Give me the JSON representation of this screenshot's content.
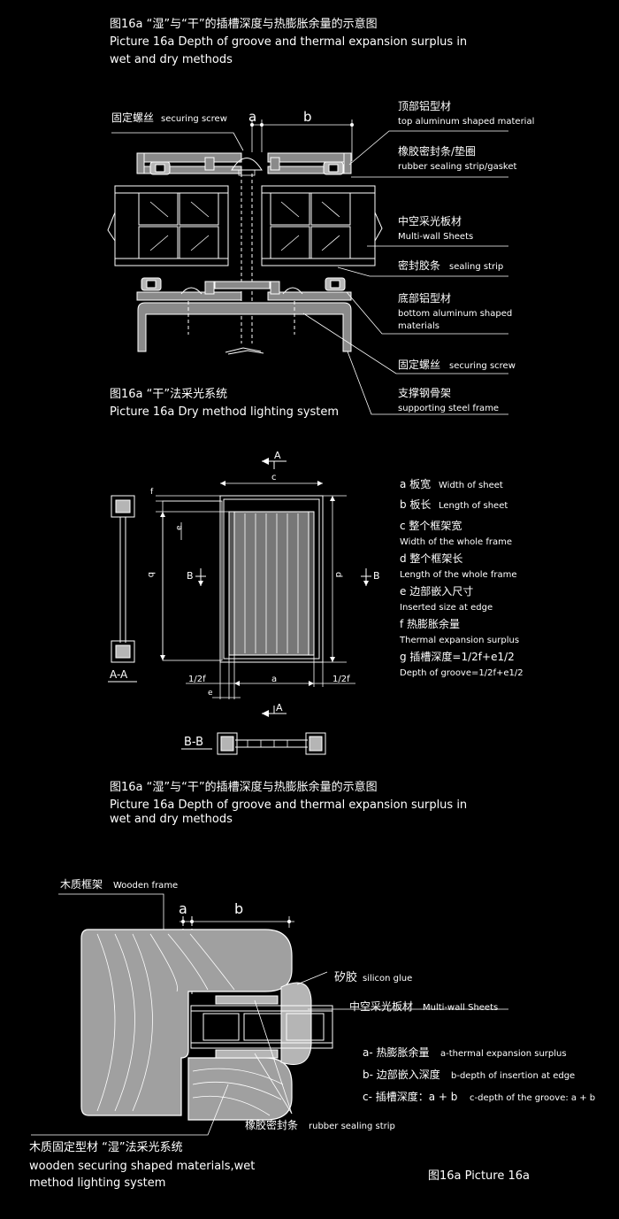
{
  "section1": {
    "title_cn": "图16a “湿”与“干”的插槽深度与热膨胀余量的示意图",
    "title_en_1": "Picture 16a Depth of groove and thermal expansion surplus in",
    "title_en_2": "wet and dry methods",
    "dim_a": "a",
    "dim_b": "b",
    "label_screw_top": "固定螺丝",
    "label_screw_top_en": "securing screw",
    "label_top_alu": "顶部铝型材",
    "label_top_alu_en": "top aluminum shaped material",
    "label_rubber": "橡胶密封条/垫圈",
    "label_rubber_en": "rubber sealing strip/gasket",
    "label_sheets": "中空采光板材",
    "label_sheets_en": "Multi-wall Sheets",
    "label_sealing": "密封胶条",
    "label_sealing_en": "sealing strip",
    "label_bottom_alu": "底部铝型材",
    "label_bottom_alu_en_1": "bottom aluminum shaped",
    "label_bottom_alu_en_2": "materials",
    "label_screw_bottom": "固定螺丝",
    "label_screw_bottom_en": "securing screw",
    "label_steel": "支撑钢骨架",
    "label_steel_en": "supporting steel frame",
    "caption_cn": "图16a “干”法采光系统",
    "caption_en": "Picture 16a Dry method lighting system"
  },
  "section2": {
    "sec_a": "A",
    "sec_b": "B",
    "aa_label": "A-A",
    "bb_label": "B-B",
    "dim_c": "c",
    "dim_b": "b",
    "dim_d": "d",
    "dim_f": "f",
    "dim_e": "e",
    "dim_a": "a",
    "dim_half_f": "1/2f",
    "legend": [
      {
        "cn": "a 板宽",
        "en": "Width of sheet"
      },
      {
        "cn": "b 板长",
        "en": "Length of sheet"
      },
      {
        "cn": "c 整个框架宽",
        "en": "Width of the whole frame"
      },
      {
        "cn": "d 整个框架长",
        "en": "Length of the whole frame"
      },
      {
        "cn": "e 边部嵌入尺寸",
        "en": "Inserted size at edge"
      },
      {
        "cn": "f 热膨胀余量",
        "en": "Thermal expansion surplus"
      },
      {
        "cn": "g 插槽深度=1/2f+e1/2",
        "en": "Depth of groove=1/2f+e1/2"
      }
    ],
    "caption_cn": "图16a “湿”与“干”的插槽深度与热膨胀余量的示意图",
    "caption_en_1": "Picture 16a Depth of groove and thermal expansion surplus in",
    "caption_en_2": "wet and dry methods"
  },
  "section3": {
    "label_wood_frame": "木质框架",
    "label_wood_frame_en": "Wooden frame",
    "dim_a": "a",
    "dim_b": "b",
    "label_silicon": "矽胶",
    "label_silicon_en": "silicon glue",
    "label_sheets": "中空采光板材",
    "label_sheets_en": "Multi-wall Sheets",
    "legend": [
      {
        "cn": "a- 热膨胀余量",
        "en": "a-thermal expansion surplus"
      },
      {
        "cn": "b- 边部嵌入深度",
        "en": "b-depth of insertion at edge"
      },
      {
        "cn": "c- 插槽深度：a + b",
        "en": "c-depth of the groove: a + b"
      }
    ],
    "label_rubber": "橡胶密封条",
    "label_rubber_en": "rubber sealing strip",
    "label_wood_fixed_1": "木质固定型材 “湿”法采光系统",
    "label_wood_fixed_2": "wooden securing shaped materials,wet",
    "label_wood_fixed_3": "method lighting system",
    "caption": "图16a Picture 16a"
  }
}
